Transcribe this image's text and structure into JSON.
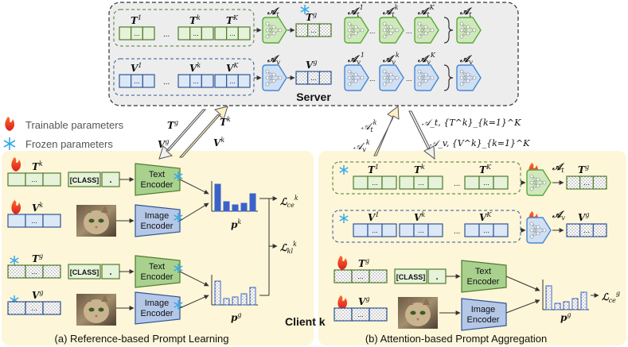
{
  "server": {
    "title": "Server"
  },
  "client": {
    "title": "Client k"
  },
  "legend": {
    "trainable": "Trainable parameters",
    "frozen": "Frozen parameters"
  },
  "captions": {
    "a": "(a) Reference-based Prompt Learning",
    "b": "(b) Attention-based Prompt Aggregation"
  },
  "labels": {
    "text_encoder_line1": "Text",
    "text_encoder_line2": "Encoder",
    "image_encoder_line1": "Image",
    "image_encoder_line2": "Encoder",
    "class_token": "[CLASS]",
    "dot_token": ".",
    "ellipsis": "...",
    "p_k": "p",
    "p_k_sup": "k",
    "p_g": "p",
    "p_g_sup": "g",
    "loss_ce": "ℒ",
    "loss_ce_sub": "ce",
    "loss_ce_sup": "k",
    "loss_kl": "ℒ",
    "loss_kl_sub": "kl",
    "loss_kl_sup": "k",
    "loss_ce_g": "ℒ",
    "loss_ce_g_sub": "ce",
    "loss_ce_g_sup": "g",
    "T": "T",
    "V": "V",
    "A": "𝒜",
    "sup_1": "1",
    "sup_k": "k",
    "sup_K": "K",
    "sup_g": "g",
    "sub_t": "t",
    "sub_v": "v",
    "arrow_left_up_1": "T",
    "arrow_left_up_1_sup": "g",
    "arrow_left_up_2": "V",
    "arrow_left_up_2_sup": "g",
    "arrow_right_up_1": "T",
    "arrow_right_up_1_sup": "k",
    "arrow_right_up_2": "V",
    "arrow_right_up_2_sup": "k",
    "arrow_srv_down_1": "𝒜",
    "arrow_srv_down_1_sub": "t",
    "arrow_srv_down_1_sup": "k",
    "arrow_srv_down_2": "𝒜",
    "arrow_srv_down_2_sub": "v",
    "arrow_srv_down_2_sup": "k",
    "arrow_srv_right_1": "𝒜_t, {T^k}_{k=1}^K",
    "arrow_srv_right_2": "𝒜_v, {V^k}_{k=1}^K"
  },
  "colors": {
    "text_green_fill": "#e6f2d9",
    "text_green_stroke": "#4e7a2e",
    "image_blue_fill": "#dce8f6",
    "image_blue_stroke": "#2f5597",
    "server_bg": "#ededed",
    "client_bg": "#fdf6d8",
    "bar_blue": "#3a62c9",
    "fire": "#e8412c",
    "snow": "#35a9e6"
  }
}
